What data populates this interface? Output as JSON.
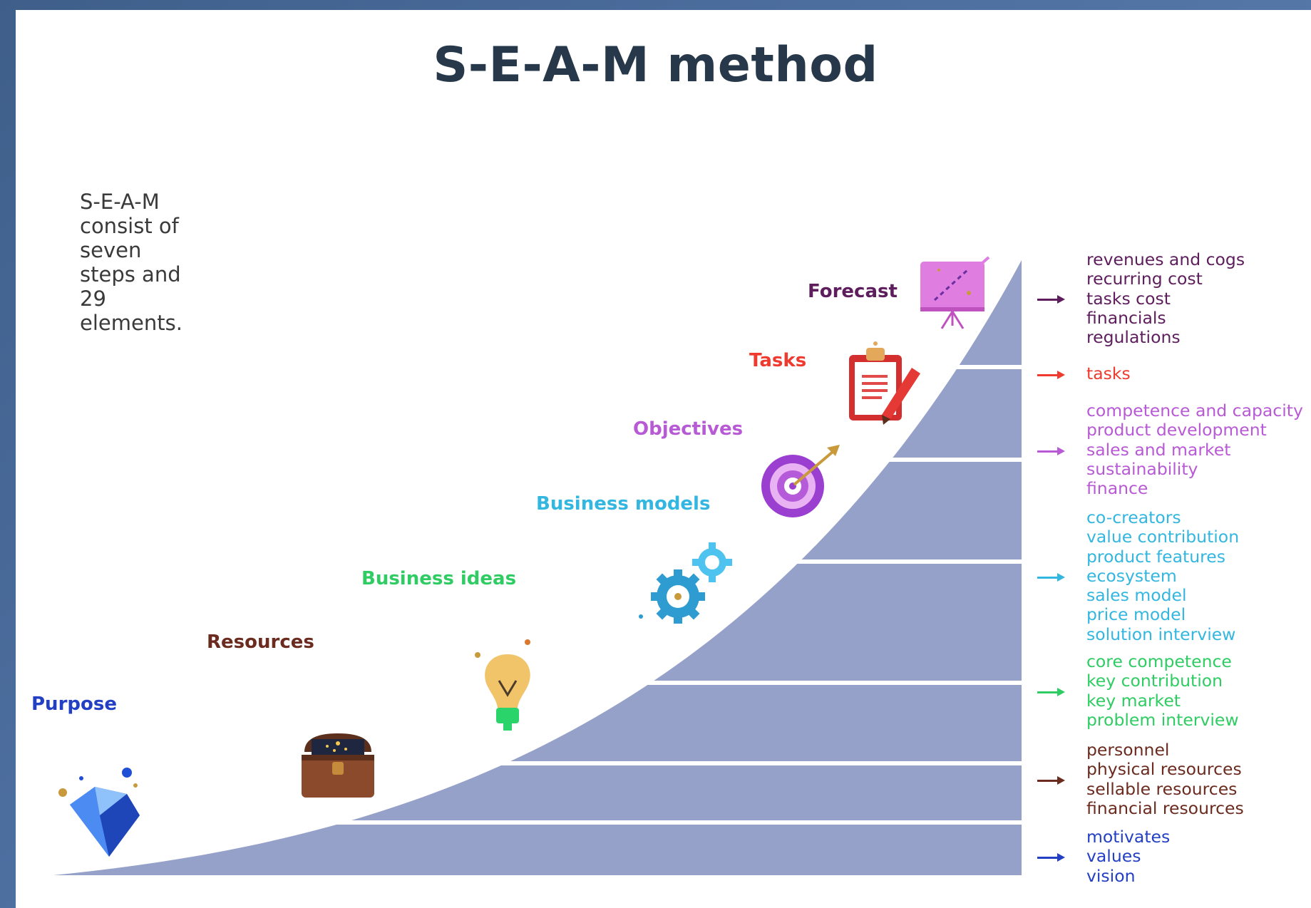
{
  "title": "S-E-A-M method",
  "subtitle": "S-E-A-M consist of seven steps and 29 elements.",
  "steps": [
    {
      "label": "Purpose",
      "color": "#2340c4",
      "icon": "gem-icon",
      "elements": [
        "motivates",
        "values",
        "vision"
      ]
    },
    {
      "label": "Resources",
      "color": "#6b2b1f",
      "icon": "treasure-chest-icon",
      "elements": [
        "personnel",
        "physical resources",
        "sellable resources",
        "financial resources"
      ]
    },
    {
      "label": "Business ideas",
      "color": "#2fcc63",
      "icon": "lightbulb-icon",
      "elements": [
        "core competence",
        "key contribution",
        "key market",
        "problem interview"
      ]
    },
    {
      "label": "Business models",
      "color": "#33b6e0",
      "icon": "gears-icon",
      "elements": [
        "co-creators",
        "value contribution",
        "product features",
        "ecosystem",
        "sales model",
        "price model",
        "solution interview"
      ]
    },
    {
      "label": "Objectives",
      "color": "#b85ad6",
      "icon": "target-icon",
      "elements": [
        "competence and capacity",
        "product development",
        "sales and market",
        "sustainability",
        "finance"
      ]
    },
    {
      "label": "Tasks",
      "color": "#ef3b2f",
      "icon": "clipboard-icon",
      "elements": [
        "tasks"
      ]
    },
    {
      "label": "Forecast",
      "color": "#5e1d5c",
      "icon": "presentation-board-icon",
      "elements": [
        "revenues and cogs",
        "recurring cost",
        "tasks cost",
        "financials",
        "regulations"
      ]
    }
  ],
  "colors": {
    "staircase": "#95a1c9",
    "title": "#26384a"
  }
}
